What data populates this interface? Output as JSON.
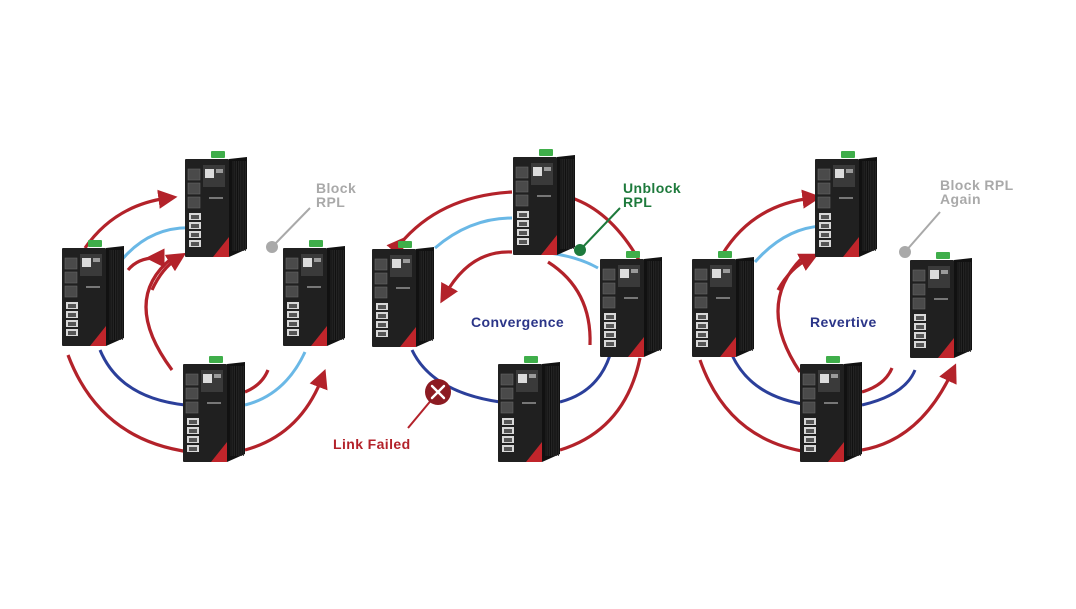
{
  "colors": {
    "red_arrow": "#b3222a",
    "light_blue_link": "#6ab8e6",
    "dark_blue_link": "#2b3f9a",
    "gray_label": "#a9a9a9",
    "green_label": "#1e7a3c",
    "navy_label": "#2b3588",
    "failed_red": "#b3222a",
    "switch_body": "#202020",
    "switch_accent": "#c0252b",
    "din_clip": "#3fae4a"
  },
  "diagrams": [
    {
      "id": "normal",
      "labels": {
        "block": [
          "Block",
          "RPL"
        ]
      }
    },
    {
      "id": "failure",
      "labels": {
        "unblock": [
          "Unblock",
          "RPL"
        ],
        "center": "Convergence",
        "failed": "Link Failed"
      },
      "icons": {
        "failed": "x-mark-icon"
      }
    },
    {
      "id": "revert",
      "labels": {
        "block": [
          "Block RPL",
          "Again"
        ],
        "center": "Revertive"
      }
    }
  ]
}
